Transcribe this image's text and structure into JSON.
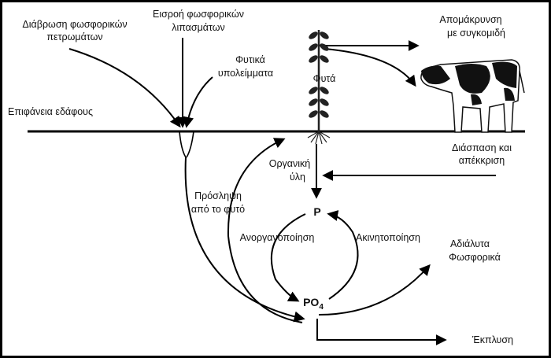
{
  "labels": {
    "rock_weathering_1": "Διάβρωση φωσφορικών",
    "rock_weathering_2": "πετρωμάτων",
    "fertilizer_input_1": "Εισροή φωσφορικών",
    "fertilizer_input_2": "λιπασμάτων",
    "plant_residues_1": "Φυτικά",
    "plant_residues_2": "υπολείμματα",
    "plants": "Φυτά",
    "harvest_removal_1": "Απομάκρυνση",
    "harvest_removal_2": "με συγκομιδή",
    "soil_surface": "Επιφάνεια εδάφους",
    "decomposition_1": "Διάσπαση και",
    "decomposition_2": "απέκκριση",
    "organic_matter_1": "Οργανική",
    "organic_matter_2": "ύλη",
    "plant_uptake_1": "Πρόσληψη",
    "plant_uptake_2": "από το φυτό",
    "p_pool": "P",
    "mineralization": "Ανοργανοποίηση",
    "immobilization": "Ακινητοποίηση",
    "insoluble_1": "Αδιάλυτα",
    "insoluble_2": "Φωσφορικά",
    "phosphate": "PO",
    "phosphate_sub": "4",
    "leaching": "Έκπλυση"
  },
  "colors": {
    "line": "#000000",
    "cow_black": "#111111",
    "plant": "#222222"
  }
}
